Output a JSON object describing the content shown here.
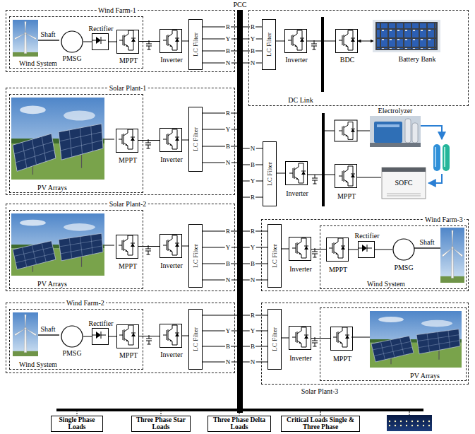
{
  "diagram": {
    "nodes": [
      {
        "text": [
          "PCC"
        ]
      },
      {
        "text": [
          "Wind Farm-1"
        ]
      },
      {
        "text": [
          "Wind System"
        ],
        "in": 1
      },
      {
        "text": [
          "PMSG"
        ],
        "in": 2
      },
      {
        "text": [
          "Rectifier"
        ],
        "in": 2
      },
      {
        "text": [
          "MPPT"
        ],
        "in": 2
      },
      {
        "text": [
          "Inverter"
        ],
        "in": 1
      },
      {
        "text": [
          "LC Filter"
        ],
        "in": 1
      },
      {
        "text": [
          "DC Link"
        ]
      },
      {
        "text": [
          "LC Filter"
        ],
        "in": 8
      },
      {
        "text": [
          "Inverter"
        ],
        "in": 8
      },
      {
        "text": [
          "BDC"
        ],
        "in": 8
      },
      {
        "text": [
          "Battery Bank"
        ],
        "in": 8
      },
      {
        "text": [
          "Solar Plant-1"
        ]
      },
      {
        "text": [
          "PV Arrays"
        ],
        "in": 13
      },
      {
        "text": [
          "MPPT"
        ],
        "in": 14
      },
      {
        "text": [
          "Inverter"
        ],
        "in": 13
      },
      {
        "text": [
          "LC Filter"
        ],
        "in": 13
      },
      {
        "text": [
          "LC Filter"
        ]
      },
      {
        "text": [
          "Inverter"
        ]
      },
      {
        "text": [
          "Electrolyzer"
        ]
      },
      {
        "text": [
          "MPPT"
        ]
      },
      {
        "text": [
          "SOFC"
        ]
      },
      {
        "text": [
          "Solar Plant-2"
        ]
      },
      {
        "text": [
          "PV Arrays"
        ],
        "in": 23
      },
      {
        "text": [
          "MPPT"
        ],
        "in": 24
      },
      {
        "text": [
          "Inverter"
        ],
        "in": 23
      },
      {
        "text": [
          "LC Filter"
        ],
        "in": 23
      },
      {
        "text": [
          "Wind Farm-3"
        ]
      },
      {
        "text": [
          "LC Filter"
        ],
        "in": 28
      },
      {
        "text": [
          "Inverter"
        ],
        "in": 28
      },
      {
        "text": [
          "Wind System"
        ],
        "in": 28
      },
      {
        "text": [
          "MPPT"
        ],
        "in": 31
      },
      {
        "text": [
          "Rectifier"
        ],
        "in": 31
      },
      {
        "text": [
          "PMSG"
        ],
        "in": 31
      },
      {
        "text": [
          "Wind Farm-2"
        ]
      },
      {
        "text": [
          "Wind System"
        ],
        "in": 35
      },
      {
        "text": [
          "PMSG"
        ],
        "in": 36
      },
      {
        "text": [
          "Rectifier"
        ],
        "in": 36
      },
      {
        "text": [
          "MPPT"
        ],
        "in": 36
      },
      {
        "text": [
          "Inverter"
        ],
        "in": 35
      },
      {
        "text": [
          "LC Filter"
        ],
        "in": 35
      },
      {
        "text": [
          "Solar Plant-3"
        ]
      },
      {
        "text": [
          "LC Filter"
        ],
        "in": 42
      },
      {
        "text": [
          "Inverter"
        ],
        "in": 42
      },
      {
        "text": [
          "PV Arrays"
        ],
        "in": 42
      },
      {
        "text": [
          "MPPT"
        ],
        "in": 45
      },
      {
        "text": [
          "Single Phase Loads"
        ]
      },
      {
        "text": [
          "Three Phase Star Loads"
        ]
      },
      {
        "text": [
          "Three Phase Delta Loads"
        ]
      },
      {
        "text": [
          "Critical Loads Single & Three Phase"
        ]
      }
    ],
    "edges": [
      {
        "from": 3,
        "to": 4,
        "arrow": "none"
      },
      {
        "from": 4,
        "to": 5,
        "arrow": "none"
      },
      {
        "from": 5,
        "to": 6,
        "arrow": "none"
      },
      {
        "from": 6,
        "to": 7,
        "arrow": "none"
      },
      {
        "from": 7,
        "to": 0,
        "label": "R",
        "arrow": "none"
      },
      {
        "from": 7,
        "to": 0,
        "label": "Y",
        "arrow": "none"
      },
      {
        "from": 7,
        "to": 0,
        "label": "B",
        "arrow": "none"
      },
      {
        "from": 7,
        "to": 0,
        "label": "N",
        "arrow": "none"
      },
      {
        "from": 0,
        "to": 9,
        "label": "R",
        "arrow": "none"
      },
      {
        "from": 0,
        "to": 9,
        "label": "Y",
        "arrow": "none"
      },
      {
        "from": 0,
        "to": 9,
        "label": "B",
        "arrow": "none"
      },
      {
        "from": 0,
        "to": 9,
        "label": "N",
        "arrow": "none"
      },
      {
        "from": 9,
        "to": 10,
        "arrow": "none"
      },
      {
        "from": 10,
        "to": 11,
        "arrow": "none"
      },
      {
        "from": 11,
        "to": 12,
        "arrow": "both"
      },
      {
        "from": 15,
        "to": 16,
        "arrow": "none"
      },
      {
        "from": 16,
        "to": 17,
        "arrow": "none"
      },
      {
        "from": 17,
        "to": 0,
        "label": "R",
        "arrow": "none"
      },
      {
        "from": 17,
        "to": 0,
        "label": "Y",
        "arrow": "none"
      },
      {
        "from": 17,
        "to": 0,
        "label": "B",
        "arrow": "none"
      },
      {
        "from": 17,
        "to": 0,
        "label": "N",
        "arrow": "none"
      },
      {
        "from": 0,
        "to": 18,
        "label": "N",
        "arrow": "none"
      },
      {
        "from": 0,
        "to": 18,
        "label": "B",
        "arrow": "none"
      },
      {
        "from": 0,
        "to": 18,
        "label": "Y",
        "arrow": "none"
      },
      {
        "from": 0,
        "to": 18,
        "label": "R",
        "arrow": "none"
      },
      {
        "from": 18,
        "to": 19,
        "arrow": "none"
      },
      {
        "from": 19,
        "to": 21,
        "arrow": "none"
      },
      {
        "from": 21,
        "to": 22,
        "arrow": "none"
      },
      {
        "from": 25,
        "to": 26,
        "arrow": "none"
      },
      {
        "from": 26,
        "to": 27,
        "arrow": "none"
      },
      {
        "from": 27,
        "to": 0,
        "label": "R",
        "arrow": "none"
      },
      {
        "from": 27,
        "to": 0,
        "label": "Y",
        "arrow": "none"
      },
      {
        "from": 27,
        "to": 0,
        "label": "B",
        "arrow": "none"
      },
      {
        "from": 27,
        "to": 0,
        "label": "N",
        "arrow": "none"
      },
      {
        "from": 0,
        "to": 29,
        "label": "R",
        "arrow": "none"
      },
      {
        "from": 0,
        "to": 29,
        "label": "Y",
        "arrow": "none"
      },
      {
        "from": 0,
        "to": 29,
        "label": "B",
        "arrow": "none"
      },
      {
        "from": 0,
        "to": 29,
        "label": "N",
        "arrow": "none"
      },
      {
        "from": 29,
        "to": 30,
        "arrow": "none"
      },
      {
        "from": 30,
        "to": 32,
        "arrow": "none"
      },
      {
        "from": 32,
        "to": 33,
        "arrow": "none"
      },
      {
        "from": 33,
        "to": 34,
        "arrow": "none"
      },
      {
        "from": 37,
        "to": 38,
        "arrow": "none"
      },
      {
        "from": 38,
        "to": 39,
        "arrow": "none"
      },
      {
        "from": 39,
        "to": 40,
        "arrow": "none"
      },
      {
        "from": 40,
        "to": 41,
        "arrow": "none"
      },
      {
        "from": 41,
        "to": 0,
        "arrow": "none"
      },
      {
        "from": 41,
        "to": 0,
        "label": "Y",
        "arrow": "none"
      },
      {
        "from": 41,
        "to": 0,
        "label": "B",
        "arrow": "none"
      },
      {
        "from": 41,
        "to": 0,
        "label": "N",
        "arrow": "none"
      },
      {
        "from": 0,
        "to": 43,
        "label": "R",
        "arrow": "none"
      },
      {
        "from": 0,
        "to": 43,
        "label": "Y",
        "arrow": "none"
      },
      {
        "from": 0,
        "to": 43,
        "label": "B",
        "arrow": "none"
      },
      {
        "from": 0,
        "to": 43,
        "label": "N",
        "arrow": "none"
      },
      {
        "from": 43,
        "to": 44,
        "arrow": "none"
      },
      {
        "from": 44,
        "to": 46,
        "arrow": "none"
      },
      {
        "from": 0,
        "to": 47,
        "arrow": "none"
      },
      {
        "from": 0,
        "to": 48,
        "arrow": "none"
      },
      {
        "from": 0,
        "to": 49,
        "arrow": "none"
      },
      {
        "from": 0,
        "to": 50,
        "arrow": "none"
      }
    ],
    "labels": [
      "Shaft",
      "Shaft",
      "Shaft"
    ]
  }
}
